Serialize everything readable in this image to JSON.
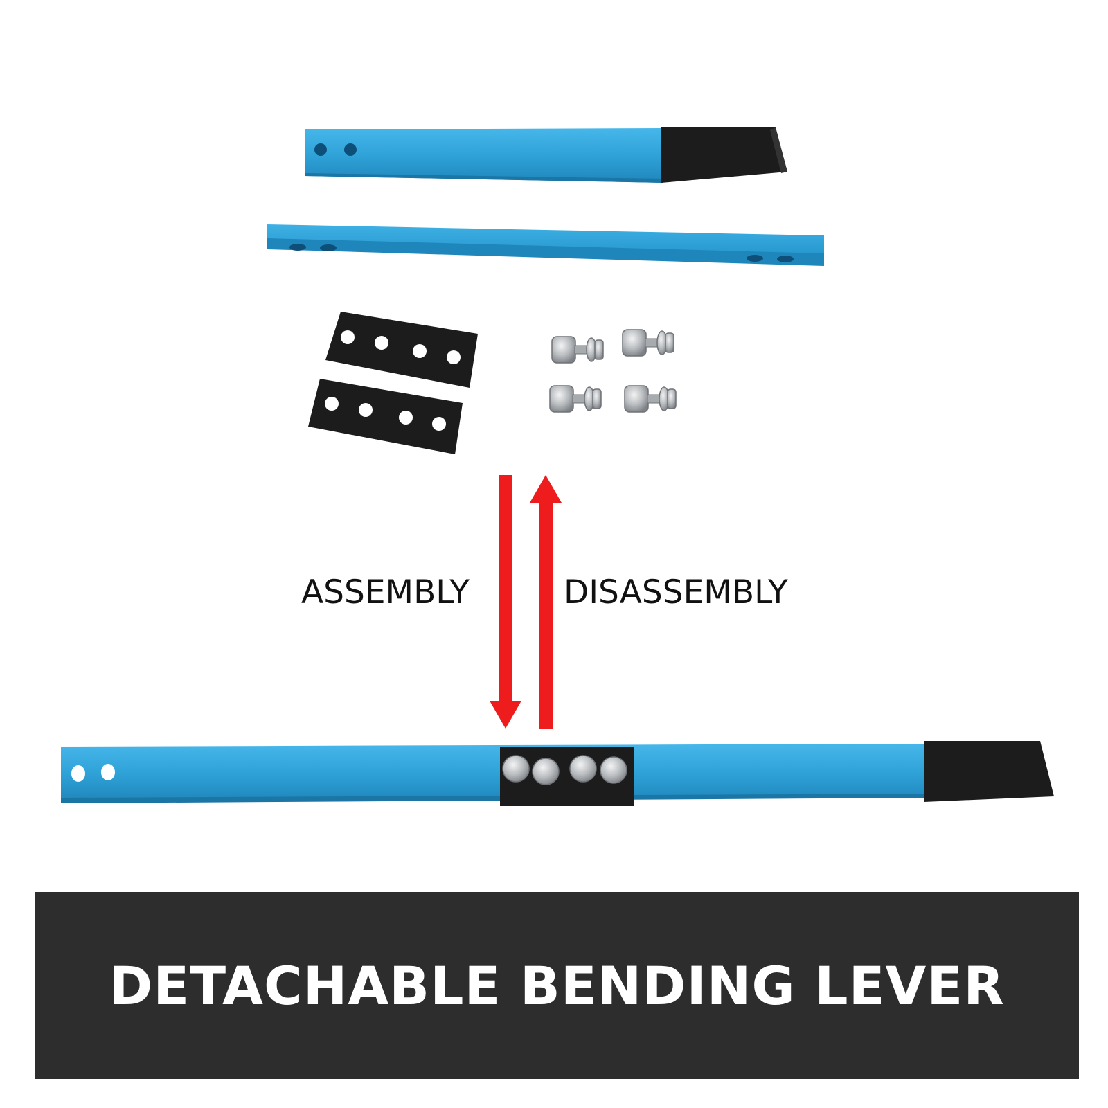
{
  "labels": {
    "assembly": "ASSEMBLY",
    "disassembly": "DISASSEMBLY"
  },
  "banner": {
    "title": "DETACHABLE BENDING LEVER"
  },
  "colors": {
    "lever_blue": "#2fa2d8",
    "rubber_black": "#1c1c1c",
    "arrow_red": "#ee1c1c",
    "banner_bg": "#2d2d2d",
    "bolt_silver": "#b9bcbf"
  },
  "parts": {
    "short_lever_segment": "short blue bar with rubber grip",
    "long_lever_segment": "long blue bar",
    "connector_plates": 2,
    "bolt_sets": 4
  },
  "icons": {
    "down_arrow": "arrow-down-icon",
    "up_arrow": "arrow-up-icon"
  }
}
